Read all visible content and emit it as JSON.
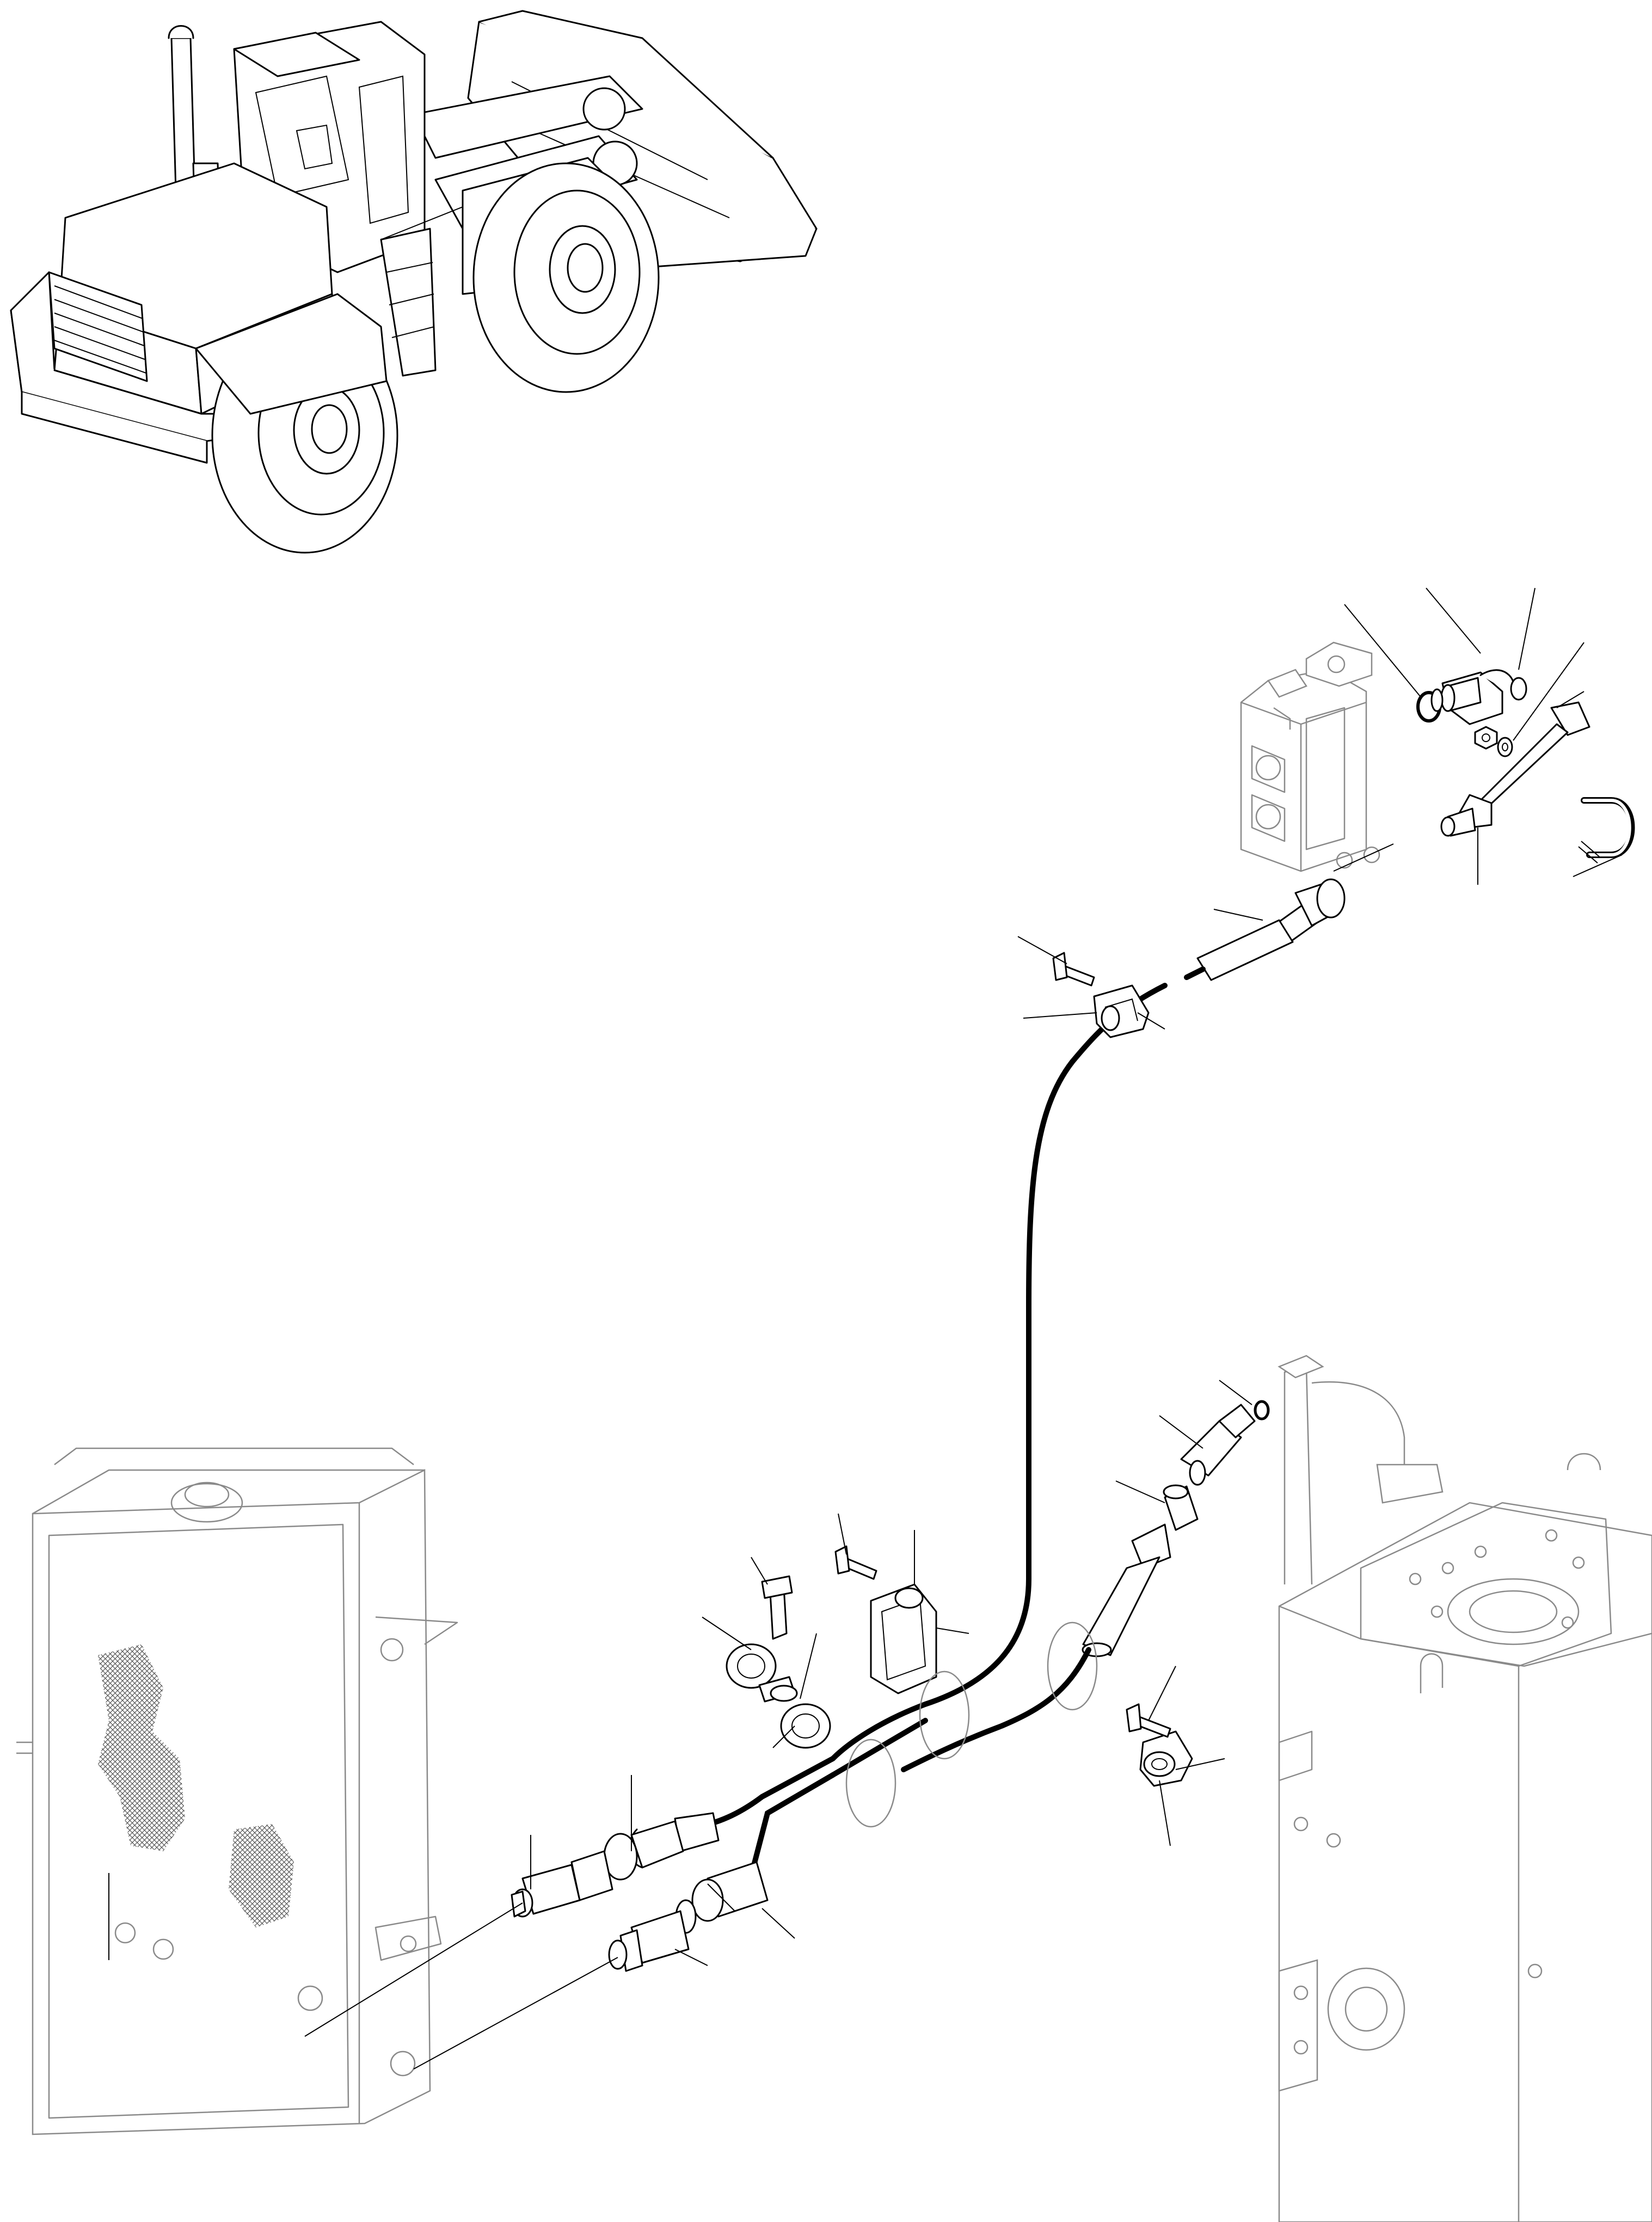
{
  "figure": {
    "machine": "wheel-loader-icon",
    "assemblies": [
      "control-valve",
      "radiator-oil-cooler",
      "hydraulic-tank"
    ],
    "parts": [
      "elbow-fitting",
      "o-ring",
      "tube-pipe",
      "u-bolt",
      "nut",
      "washer",
      "bolt",
      "clamp",
      "adapter",
      "hose",
      "swivel-elbow"
    ],
    "colors": {
      "line": "#000000",
      "ghost": "#8a8a8a",
      "background": "#ffffff"
    }
  }
}
